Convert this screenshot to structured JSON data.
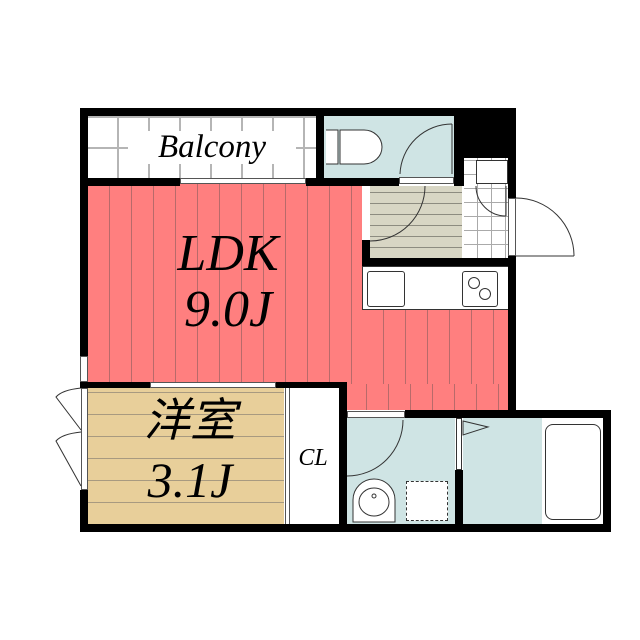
{
  "floor_plan": {
    "rooms": {
      "balcony": {
        "label": "Balcony"
      },
      "ldk": {
        "label": "LDK",
        "size": "9.0J"
      },
      "western_room": {
        "label": "洋室",
        "size": "3.1J"
      },
      "closet": {
        "label": "CL"
      }
    },
    "colors": {
      "ldk": "#ff7f7f",
      "western_room": "#e8cf9a",
      "wet_area": "#cfe4e4",
      "entry": "#d8d6c4",
      "wall": "#000000"
    }
  }
}
